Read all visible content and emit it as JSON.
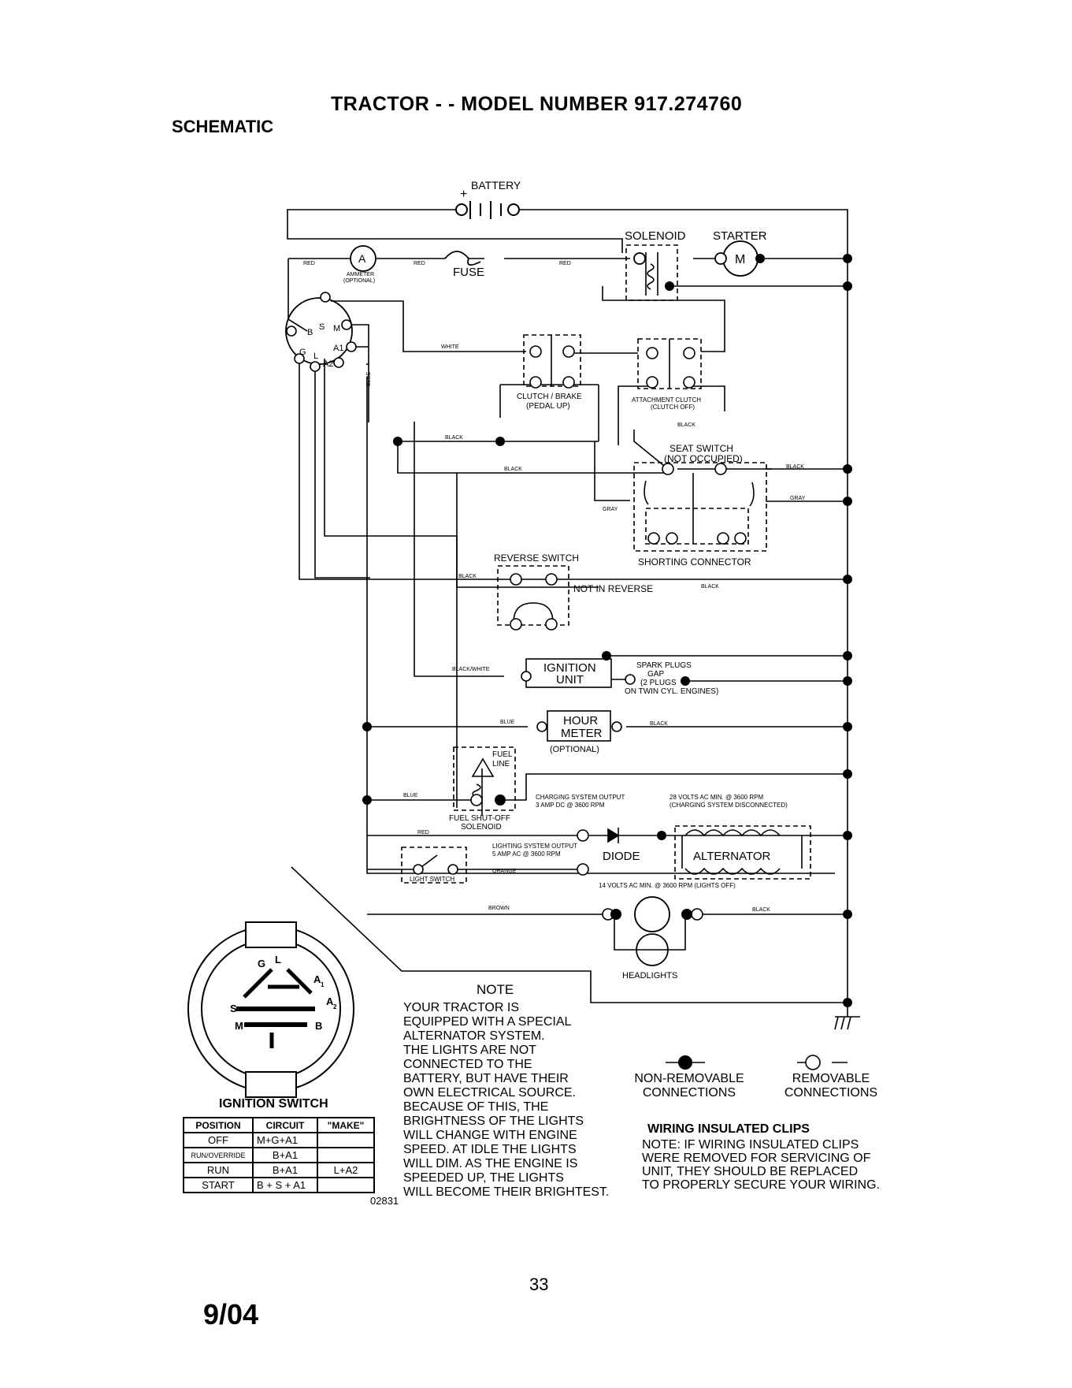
{
  "header": {
    "title": "TRACTOR - - MODEL NUMBER 917.274760",
    "subtitle": "SCHEMATIC"
  },
  "components": {
    "battery": "BATTERY",
    "solenoid": "SOLENOID",
    "starter": "STARTER",
    "ammeter": "AMMETER",
    "ammeter_optional": "(OPTIONAL)",
    "ammeter_letter": "A",
    "starter_letter": "M",
    "fuse": "FUSE",
    "clutch_brake": "CLUTCH / BRAKE",
    "clutch_brake_sub": "(PEDAL UP)",
    "attachment_clutch": "ATTACHMENT CLUTCH",
    "attachment_clutch_sub": "(CLUTCH OFF)",
    "seat_switch": "SEAT SWITCH",
    "seat_switch_sub": "(NOT OCCUPIED)",
    "shorting_connector": "SHORTING CONNECTOR",
    "reverse_switch": "REVERSE SWITCH",
    "not_in_reverse": "NOT IN REVERSE",
    "ignition_unit_1": "IGNITION",
    "ignition_unit_2": "UNIT",
    "spark_plugs": "SPARK PLUGS",
    "gap": "GAP",
    "plugs_note_1": "(2 PLUGS",
    "plugs_note_2": "ON TWIN CYL. ENGINES)",
    "hour_meter_1": "HOUR",
    "hour_meter_2": "METER",
    "hour_meter_optional": "(OPTIONAL)",
    "fuel_line_1": "FUEL",
    "fuel_line_2": "LINE",
    "fuel_shutoff_1": "FUEL SHUT-OFF",
    "fuel_shutoff_2": "SOLENOID",
    "charging_output_1": "CHARGING SYSTEM OUTPUT",
    "charging_output_2": "3 AMP DC @ 3600 RPM",
    "volts28_1": "28 VOLTS AC MIN. @ 3600 RPM",
    "volts28_2": "(CHARGING SYSTEM DISCONNECTED)",
    "lighting_output_1": "LIGHTING SYSTEM OUTPUT",
    "lighting_output_2": "5 AMP AC @ 3600 RPM",
    "diode": "DIODE",
    "alternator": "ALTERNATOR",
    "volts14": "14 VOLTS AC MIN. @ 3600 RPM (LIGHTS OFF)",
    "light_switch": "LIGHT SWITCH",
    "headlights": "HEADLIGHTS"
  },
  "wires": {
    "red": "RED",
    "white": "WHITE",
    "blue": "BLUE",
    "black": "BLACK",
    "gray": "GRAY",
    "black_white": "BLACK/WHITE",
    "orange": "ORANGE",
    "brown": "BROWN"
  },
  "switch_terminals": {
    "b": "B",
    "s": "S",
    "m": "M",
    "a1": "A1",
    "g": "G",
    "l": "L",
    "a2": "A2"
  },
  "ignition_switch_face": {
    "g": "G",
    "l": "L",
    "a1": "A",
    "a1_sub": "1",
    "a2": "A",
    "a2_sub": "2",
    "s": "S",
    "m": "M",
    "b": "B"
  },
  "note": {
    "heading": "NOTE",
    "lines": [
      "YOUR TRACTOR IS",
      "EQUIPPED WITH A SPECIAL",
      "ALTERNATOR SYSTEM.",
      "THE LIGHTS ARE NOT",
      "CONNECTED TO THE",
      "BATTERY, BUT HAVE THEIR",
      "OWN ELECTRICAL SOURCE.",
      "BECAUSE OF THIS, THE",
      "BRIGHTNESS OF THE LIGHTS",
      "WILL CHANGE WITH ENGINE",
      "SPEED.  AT IDLE THE LIGHTS",
      "WILL DIM.  AS THE ENGINE IS",
      "SPEEDED UP, THE LIGHTS",
      "WILL BECOME THEIR BRIGHTEST."
    ]
  },
  "legend": {
    "non_removable_1": "NON-REMOVABLE",
    "non_removable_2": "CONNECTIONS",
    "removable_1": "REMOVABLE",
    "removable_2": "CONNECTIONS"
  },
  "wiring_clips": {
    "heading": "WIRING INSULATED CLIPS",
    "lines": [
      "NOTE: IF WIRING INSULATED CLIPS",
      "WERE REMOVED FOR SERVICING OF",
      "UNIT, THEY SHOULD BE REPLACED",
      "TO PROPERLY SECURE YOUR WIRING."
    ]
  },
  "ignition_switch": {
    "title": "IGNITION SWITCH",
    "columns": [
      "POSITION",
      "CIRCUIT",
      "\"MAKE\""
    ],
    "rows": [
      [
        "OFF",
        "M+G+A1",
        ""
      ],
      [
        "RUN/OVERRIDE",
        "B+A1",
        ""
      ],
      [
        "RUN",
        "B+A1",
        "L+A2"
      ],
      [
        "START",
        "B + S + A1",
        ""
      ]
    ]
  },
  "doc_code": "02831",
  "page_number": "33",
  "date": "9/04"
}
